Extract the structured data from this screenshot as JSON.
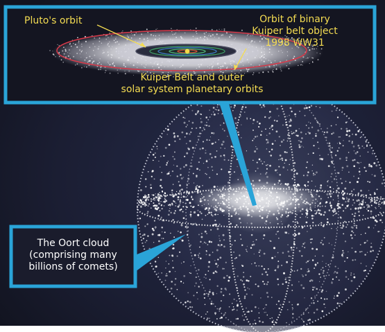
{
  "labels": {
    "pluto_orbit": "Pluto's orbit",
    "binary_kbo": [
      "Orbit of binary",
      "Kuiper belt object",
      "1998 WW31"
    ],
    "kuiper_belt": [
      "Kuiper Belt and outer",
      "solar system planetary orbits"
    ],
    "oort_cloud": [
      "The Oort cloud",
      "(comprising many",
      "billions of comets)"
    ]
  },
  "colors": {
    "callout_border": "#2aa4d8",
    "annotation_text": "#f4dc52",
    "oort_text": "#ffffff",
    "space_background": "#1f2236",
    "belt_haze": "#d7d7de",
    "kbo_orbit": "#d43a4a",
    "sun": "#f2d84a"
  }
}
